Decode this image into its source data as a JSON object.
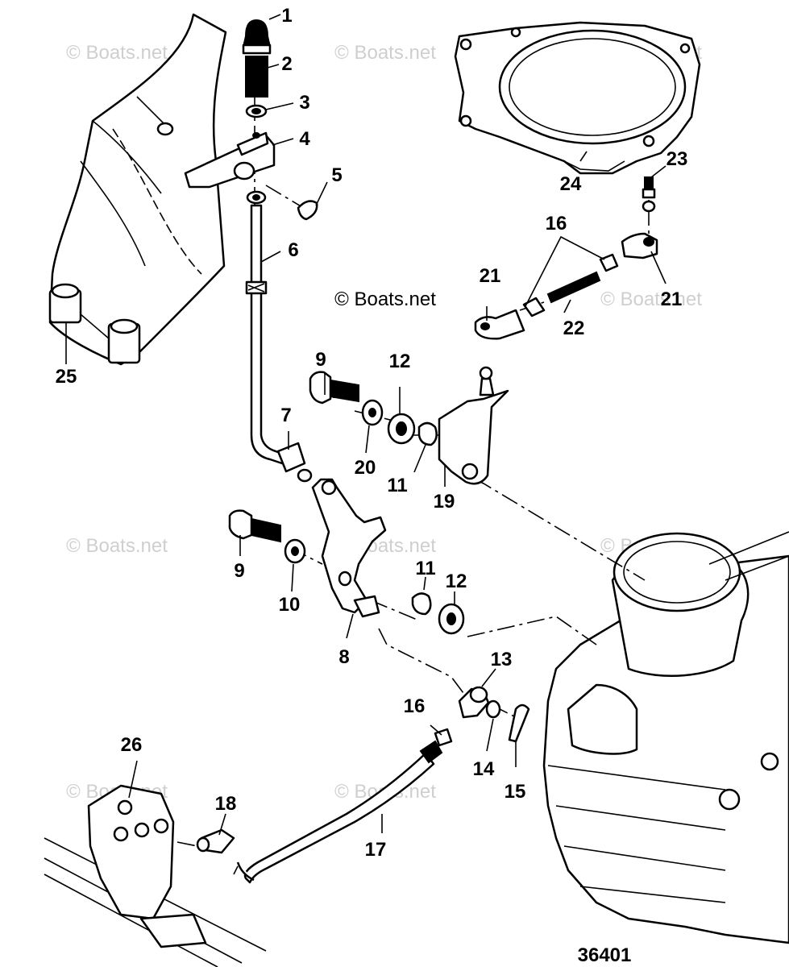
{
  "watermark": "© Boats.net",
  "credit": "© Boats.net",
  "drawing_number": "36401",
  "callouts": [
    {
      "id": "c1",
      "text": "1"
    },
    {
      "id": "c2",
      "text": "2"
    },
    {
      "id": "c3",
      "text": "3"
    },
    {
      "id": "c4",
      "text": "4"
    },
    {
      "id": "c5",
      "text": "5"
    },
    {
      "id": "c6",
      "text": "6"
    },
    {
      "id": "c7",
      "text": "7"
    },
    {
      "id": "c8",
      "text": "8"
    },
    {
      "id": "c9a",
      "text": "9"
    },
    {
      "id": "c9b",
      "text": "9"
    },
    {
      "id": "c10",
      "text": "10"
    },
    {
      "id": "c11a",
      "text": "11"
    },
    {
      "id": "c11b",
      "text": "11"
    },
    {
      "id": "c12a",
      "text": "12"
    },
    {
      "id": "c12b",
      "text": "12"
    },
    {
      "id": "c13",
      "text": "13"
    },
    {
      "id": "c14",
      "text": "14"
    },
    {
      "id": "c15",
      "text": "15"
    },
    {
      "id": "c16a",
      "text": "16"
    },
    {
      "id": "c16b",
      "text": "16"
    },
    {
      "id": "c17",
      "text": "17"
    },
    {
      "id": "c18",
      "text": "18"
    },
    {
      "id": "c19",
      "text": "19"
    },
    {
      "id": "c20",
      "text": "20"
    },
    {
      "id": "c21a",
      "text": "21"
    },
    {
      "id": "c21b",
      "text": "21"
    },
    {
      "id": "c22",
      "text": "22"
    },
    {
      "id": "c23",
      "text": "23"
    },
    {
      "id": "c24",
      "text": "24"
    },
    {
      "id": "c25",
      "text": "25"
    },
    {
      "id": "c26",
      "text": "26"
    }
  ]
}
